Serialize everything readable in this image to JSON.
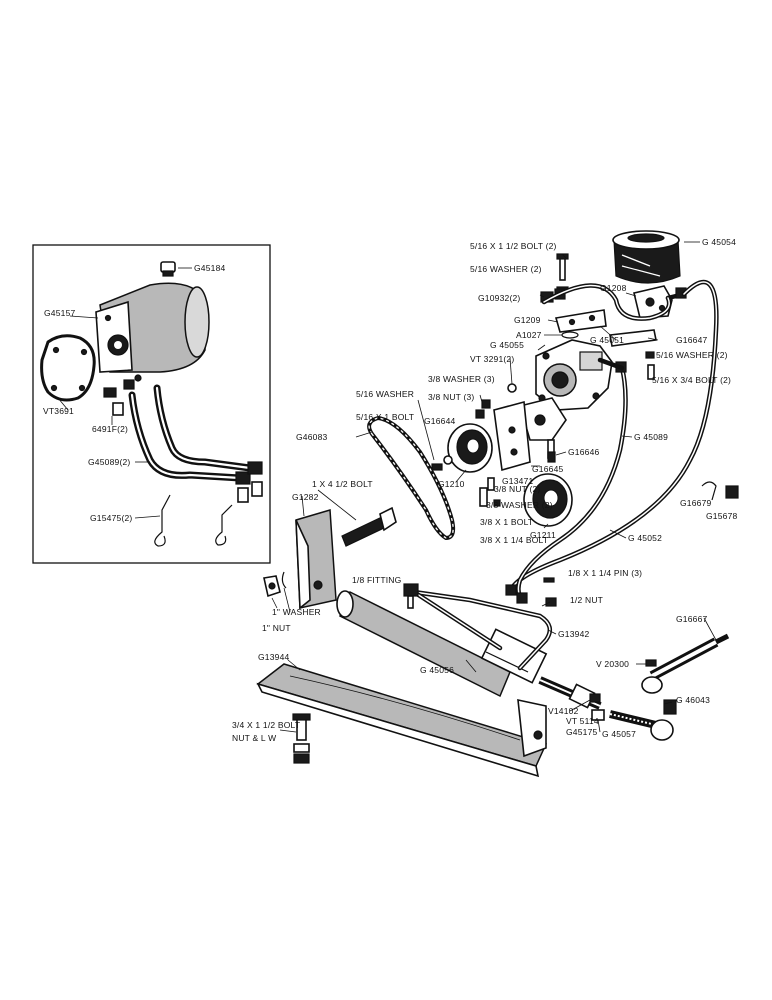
{
  "labels": {
    "g45184": "G45184",
    "g45157": "G45157",
    "vt3691": "VT3691",
    "p6491f": "6491F(2)",
    "g45089_2": "G45089(2)",
    "g15475": "G15475(2)",
    "bolt_516_112": "5/16 X 1 1/2 BOLT (2)",
    "washer_516_2": "5/16 WASHER (2)",
    "g45054": "G 45054",
    "g10932": "G10932(2)",
    "g1208": "G1208",
    "g1209": "G1209",
    "a1027": "A1027",
    "g45051": "G 45051",
    "g16647": "G16647",
    "washer_516_2b": "5/16 WASHER (2)",
    "bolt_516_34": "5/16 X 3/4 BOLT (2)",
    "g45055": "G 45055",
    "vt3291": "VT 3291(2)",
    "washer_38_3": "3/8 WASHER (3)",
    "nut_38_3": "3/8 NUT (3)",
    "washer_516": "5/16 WASHER",
    "bolt_516_1": "5/16 X 1 BOLT",
    "g16644": "G16644",
    "g46083": "G46083",
    "g45089": "G 45089",
    "g16646": "G16646",
    "g16645": "G16645",
    "g13471": "G13471",
    "g1210": "G1210",
    "nut_38_2": "3/8 NUT (2)",
    "washer_38_2": "3/8 WASHER (2)",
    "bolt_38_1": "3/8 X 1 BOLT",
    "bolt_38_114": "3/8 X 1 1/4 BOLT",
    "g1211": "G1211",
    "g16679": "G16679",
    "g15678": "G15678",
    "g45052": "G 45052",
    "bolt_1x4": "1 X 4 1/2 BOLT",
    "g1282": "G1282",
    "fitting": "1/8 FITTING",
    "pin": "1/8 X 1 1/4 PIN (3)",
    "nut_12": "1/2 NUT",
    "g13942": "G13942",
    "g16667": "G16667",
    "washer_1": "1\" WASHER",
    "nut_1": "1\" NUT",
    "g13944": "G13944",
    "g45056": "G 45056",
    "v20300": "V 20300",
    "g46043": "G 46043",
    "v14102": "V14102",
    "vt5114": "VT 5114",
    "g45175": "G45175",
    "g45057": "G 45057",
    "bolt_34": "3/4 X 1 1/2 BOLT",
    "nutlw": "NUT & L W"
  }
}
